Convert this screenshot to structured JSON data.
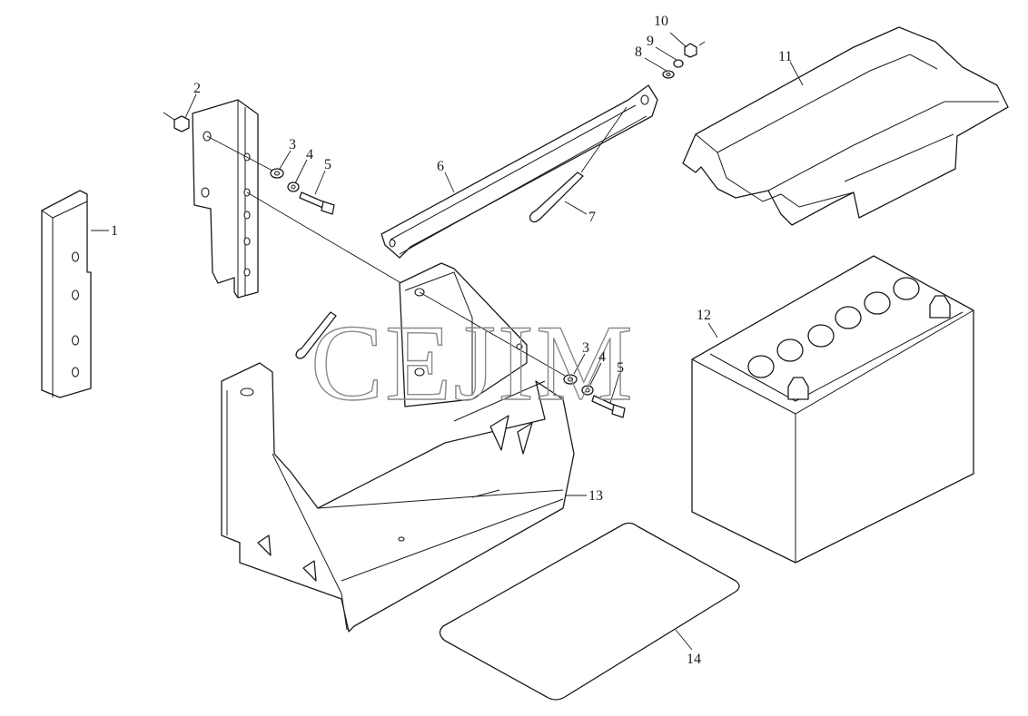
{
  "callouts": [
    {
      "id": "1",
      "label": "1"
    },
    {
      "id": "2",
      "label": "2"
    },
    {
      "id": "3a",
      "label": "3"
    },
    {
      "id": "4a",
      "label": "4"
    },
    {
      "id": "5a",
      "label": "5"
    },
    {
      "id": "6",
      "label": "6"
    },
    {
      "id": "7",
      "label": "7"
    },
    {
      "id": "8",
      "label": "8"
    },
    {
      "id": "9",
      "label": "9"
    },
    {
      "id": "10",
      "label": "10"
    },
    {
      "id": "11",
      "label": "11"
    },
    {
      "id": "12",
      "label": "12"
    },
    {
      "id": "3b",
      "label": "3"
    },
    {
      "id": "4b",
      "label": "4"
    },
    {
      "id": "5b",
      "label": "5"
    },
    {
      "id": "13",
      "label": "13"
    },
    {
      "id": "14",
      "label": "14"
    }
  ],
  "watermark": "CEJIM"
}
